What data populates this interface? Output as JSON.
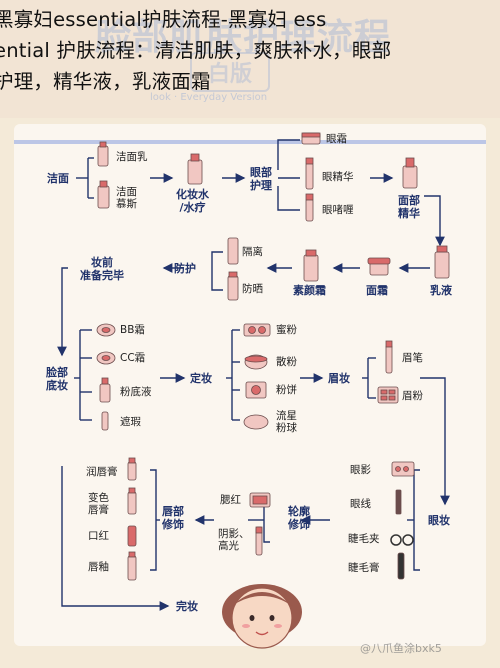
{
  "banner": {
    "line1": "黑寡妇essential护肤流程-黑寡妇 ess",
    "line2": "ential 护肤流程：清洁肌肤，爽肤补水，眼部",
    "line3": "护理，精华液，乳液面霜",
    "bg_title": "脸部肌肤护理流程",
    "bg_badge": "白版",
    "bg_sub": "look · Everyday Version"
  },
  "nodes": {
    "cleanse": "洁面",
    "toner": "化妆水\n/水疗",
    "eye_care": "眼部\n护理",
    "serum": "面部\n精华",
    "lotion": "乳液",
    "cream": "面霜",
    "primer": "素颜霜",
    "protect": "防护",
    "pre_makeup": "妆前\n准备完毕",
    "base": "脸部\n底妆",
    "set": "定妆",
    "brow": "眉妆",
    "eye_makeup": "眼妆",
    "contour": "轮廓\n修饰",
    "lips": "唇部\n修饰",
    "done": "完妆"
  },
  "labels": {
    "cleanser_milk": "洁面乳",
    "cleanser_mousse": "洁面\n慕斯",
    "eye_cream": "眼霜",
    "eye_serum": "眼精华",
    "eye_gel": "眼啫喱",
    "isolation": "隔离",
    "sunscreen": "防晒",
    "bb": "BB霜",
    "cc": "CC霜",
    "foundation": "粉底液",
    "concealer": "遮瑕",
    "honey_powder": "蜜粉",
    "loose_powder": "散粉",
    "pressed_powder": "粉饼",
    "meteor_powder": "流星\n粉球",
    "brow_pencil": "眉笔",
    "brow_powder": "眉粉",
    "eyeshadow": "眼影",
    "eyeliner": "眼线",
    "curler": "睫毛夹",
    "mascara": "睫毛膏",
    "blush": "腮红",
    "shadow_highlight": "阴影、\n高光",
    "lip_balm": "润唇膏",
    "color_lip": "变色\n唇膏",
    "lipstick": "口红",
    "lip_glaze": "唇釉"
  },
  "watermark": "@八爪鱼涂bxk5",
  "colors": {
    "node_text": "#21336b",
    "arrow": "#21336b",
    "product_pink": "#f1c7c2",
    "product_dark": "#d96a6a",
    "banner_bg": "#f2e4d4"
  }
}
